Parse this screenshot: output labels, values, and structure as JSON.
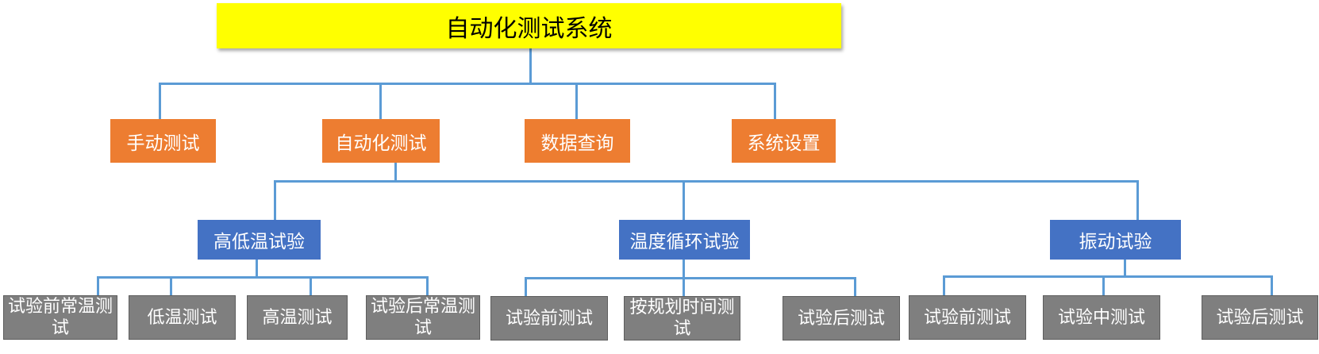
{
  "root": {
    "label": "自动化测试系统"
  },
  "level1": [
    {
      "label": "手动测试"
    },
    {
      "label": "自动化测试"
    },
    {
      "label": "数据查询"
    },
    {
      "label": "系统设置"
    }
  ],
  "level2": [
    {
      "label": "高低温试验"
    },
    {
      "label": "温度循环试验"
    },
    {
      "label": "振动试验"
    }
  ],
  "level3": {
    "high_low_temp": [
      {
        "label": "试验前常温测试"
      },
      {
        "label": "低温测试"
      },
      {
        "label": "高温测试"
      },
      {
        "label": "试验后常温测试"
      }
    ],
    "temp_cycle": [
      {
        "label": "试验前测试"
      },
      {
        "label": "按规划时间测试"
      },
      {
        "label": "试验后测试"
      }
    ],
    "vibration": [
      {
        "label": "试验前测试"
      },
      {
        "label": "试验中测试"
      },
      {
        "label": "试验后测试"
      }
    ]
  },
  "colors": {
    "root_fill": "#ffff00",
    "level1_fill": "#ed7d31",
    "level2_fill": "#4472c4",
    "level3_fill": "#7f7f7f",
    "connector": "#5b9bd5"
  }
}
